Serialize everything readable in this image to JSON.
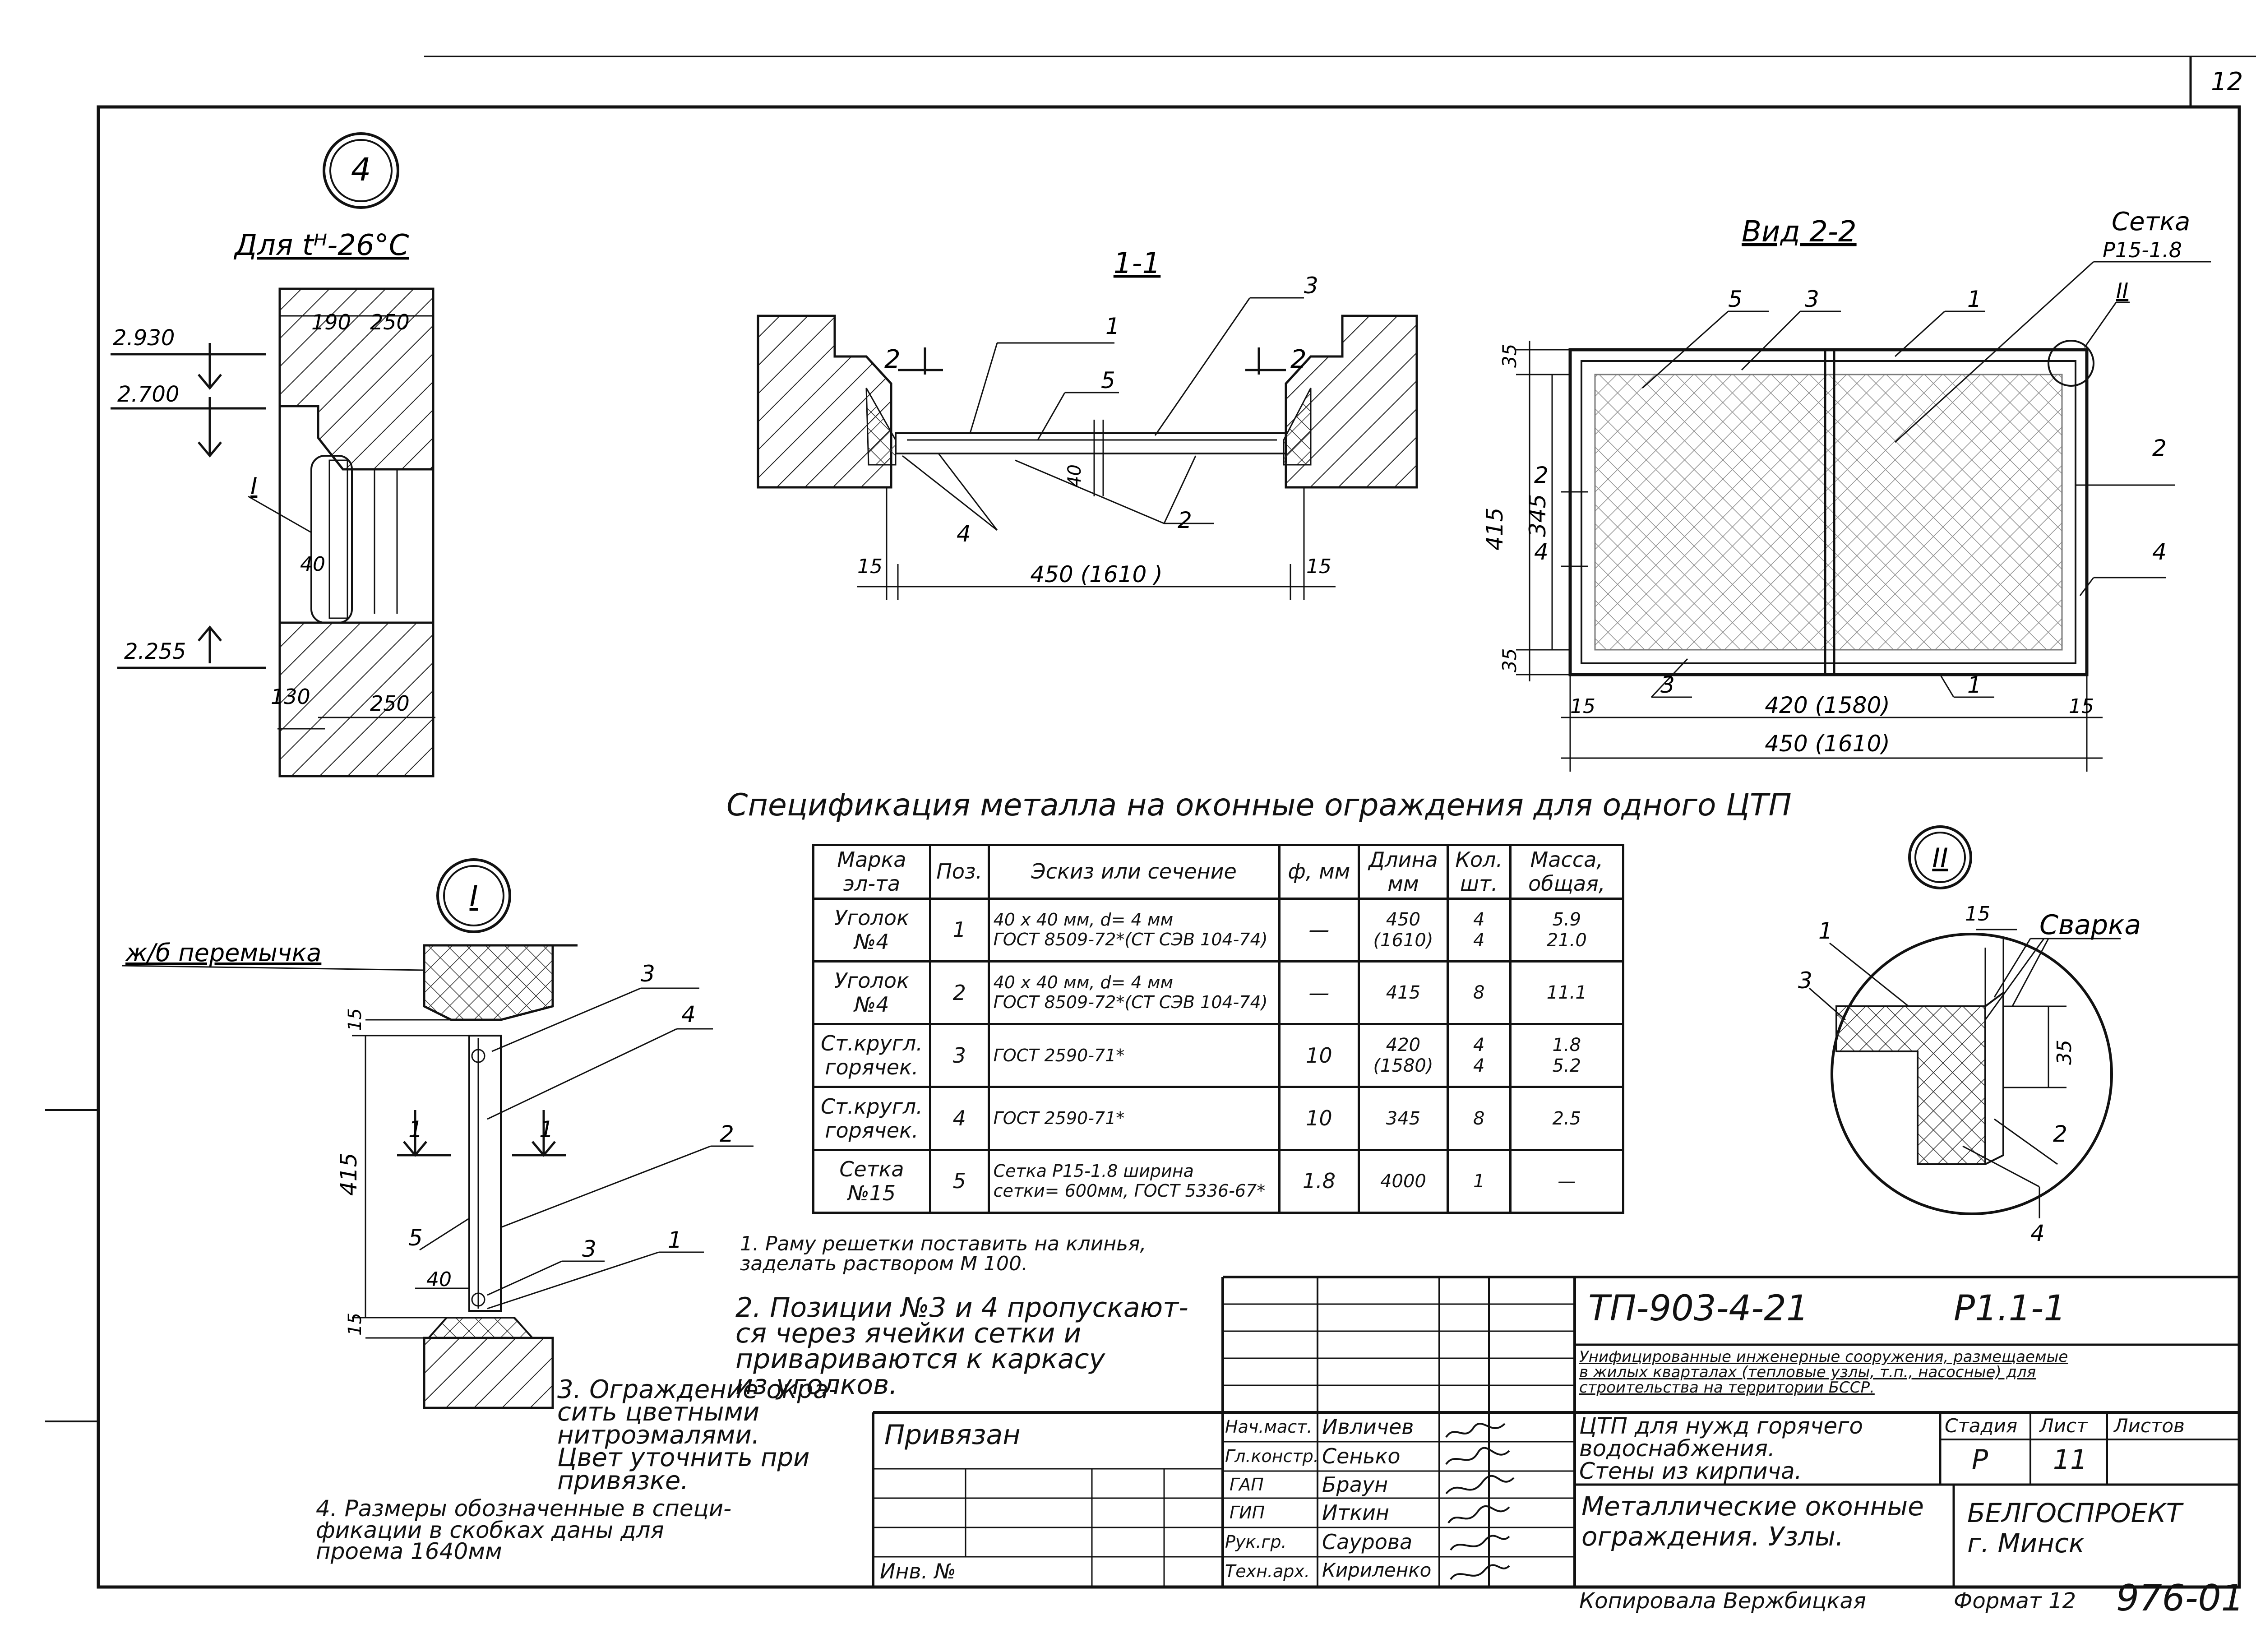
{
  "page": {
    "sheet_number_top": "12"
  },
  "detail4": {
    "marker": "4",
    "caption": "Для tᴴ-26°C",
    "levels": [
      "2.930",
      "2.700",
      "2.255"
    ],
    "dims": [
      "190",
      "250",
      "40",
      "130",
      "250"
    ],
    "callout": "I"
  },
  "section11": {
    "title": "1-1",
    "cut": "2",
    "dims": [
      "15",
      "450 (1610 )",
      "15",
      "40"
    ],
    "labels": [
      "1",
      "3",
      "5",
      "4",
      "2"
    ]
  },
  "view22": {
    "title": "Вид 2-2",
    "mesh_label": "Сетка",
    "mesh_mark": "Р15-1.8",
    "callout": "II",
    "dims": [
      "35",
      "415",
      "345",
      "35",
      "15",
      "420 (1580)",
      "15",
      "450 (1610)"
    ],
    "labels": [
      "5",
      "3",
      "1",
      "2",
      "2",
      "4",
      "4",
      "3",
      "1"
    ]
  },
  "detailI": {
    "marker": "I",
    "lintel": "ж/б перемычка",
    "dims": [
      "15",
      "415",
      "40",
      "15"
    ],
    "cut": "1",
    "labels": [
      "3",
      "4",
      "2",
      "5",
      "3",
      "1"
    ]
  },
  "detailII": {
    "marker": "II",
    "weld": "Сварка",
    "dims": [
      "15",
      "35"
    ],
    "labels": [
      "1",
      "3",
      "2",
      "4"
    ]
  },
  "spec": {
    "title": "Спецификация металла на оконные ограждения для одного ЦТП",
    "headers": [
      "Марка эл-та",
      "Поз.",
      "Эскиз или сечение",
      "ф, мм",
      "Длина мм",
      "Кол. шт.",
      "Масса, общая,"
    ],
    "rows": [
      {
        "mark": "Уголок №4",
        "pos": "1",
        "sketch": "40 х 40 мм, d= 4 мм\nГОСТ 8509-72*(СТ СЭВ 104-74)",
        "dia": "—",
        "length": "450\n(1610)",
        "qty": "4\n4",
        "mass": "5.9\n21.0"
      },
      {
        "mark": "Уголок №4",
        "pos": "2",
        "sketch": "40 х 40 мм, d= 4 мм\nГОСТ 8509-72*(СТ СЭВ 104-74)",
        "dia": "—",
        "length": "415",
        "qty": "8",
        "mass": "11.1"
      },
      {
        "mark": "Ст.кругл. горячек.",
        "pos": "3",
        "sketch": "ГОСТ 2590-71*",
        "dia": "10",
        "length": "420\n(1580)",
        "qty": "4\n4",
        "mass": "1.8\n5.2"
      },
      {
        "mark": "Ст.кругл. горячек.",
        "pos": "4",
        "sketch": "ГОСТ 2590-71*",
        "dia": "10",
        "length": "345",
        "qty": "8",
        "mass": "2.5"
      },
      {
        "mark": "Сетка №15",
        "pos": "5",
        "sketch": "Сетка Р15-1.8 ширина\nсетки= 600мм, ГОСТ 5336-67*",
        "dia": "1.8",
        "length": "4000",
        "qty": "1",
        "mass": "—"
      }
    ]
  },
  "notes": [
    "1. Раму решетки поставить на клинья,\nзаделать раствором М 100.",
    "2. Позиции №3 и 4 пропускают-\nся через ячейки сетки и\nпривариваются к каркасу\nиз уголков.",
    "3. Ограждение окра-\nсить цветными\nнитроэмалями.\nЦвет уточнить при\nпривязке.",
    "4. Размеры обозначенные в специ-\nфикации в скобках даны для\nпроема 1640мм"
  ],
  "titleblock": {
    "doc_code": "ТП-903-4-21",
    "sheet_code": "Р1.1-1",
    "project": "Унифицированные инженерные сооружения, размещаемые\nв жилых кварталах (тепловые узлы, т.п., насосные) для\nстроительства на территории БССР.",
    "object": "ЦТП для нужд горячего\nводоснабжения.\nСтены из кирпича.",
    "drawing": "Металлические оконные\nограждения. Узлы.",
    "org": "БЕЛГОСПРОЕКТ\nг. Минск",
    "stage_h": "Стадия",
    "sheet_h": "Лист",
    "sheets_h": "Листов",
    "stage": "Р",
    "sheet": "11",
    "sheets": "",
    "bound": "Привязан",
    "inv": "Инв. №",
    "roles": [
      "Нач.маст.",
      "Гл.констр.",
      "ГАП",
      "ГИП",
      "Рук.гр.",
      "Техн.арх."
    ],
    "names": [
      "Ивличев",
      "Сенько",
      "Браун",
      "Иткин",
      "Саурова",
      "Кириленко"
    ],
    "copied": "Копировала Вержбицкая",
    "format": "Формат 12",
    "archive": "976-01"
  }
}
